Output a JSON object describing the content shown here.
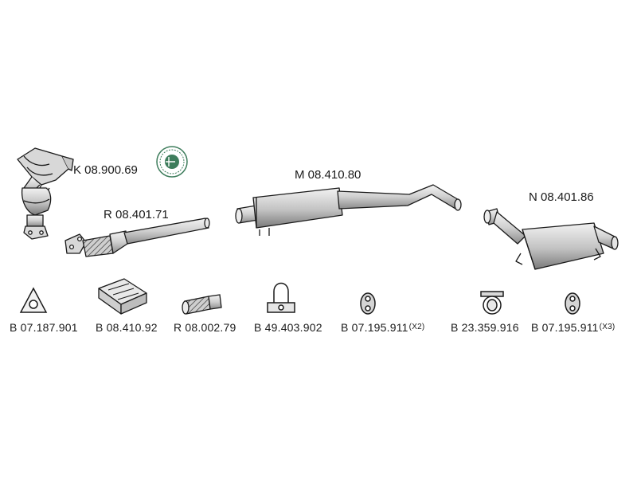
{
  "main_parts": {
    "manifold_catalyst": "K 08.900.69",
    "front_pipe": "R 08.401.71",
    "middle_silencer": "M 08.410.80",
    "rear_silencer": "N 08.401.86"
  },
  "accessories": [
    {
      "code": "B 07.187.901",
      "qty": "",
      "icon": "triangle-gasket-icon"
    },
    {
      "code": "B 08.410.92",
      "qty": "",
      "icon": "mounting-kit-box-icon"
    },
    {
      "code": "R 08.002.79",
      "qty": "",
      "icon": "flex-pipe-icon"
    },
    {
      "code": "B 49.403.902",
      "qty": "",
      "icon": "u-bolt-clamp-icon"
    },
    {
      "code": "B 07.195.911",
      "qty": "(X2)",
      "icon": "rubber-hanger-icon"
    },
    {
      "code": "B 23.359.916",
      "qty": "",
      "icon": "pipe-clamp-icon"
    },
    {
      "code": "B 07.195.911",
      "qty": "(X3)",
      "icon": "rubber-hanger-icon"
    }
  ],
  "colors": {
    "line": "#1a1a1a",
    "fill_light": "#e4e4e4",
    "fill_mid": "#bdbdbd",
    "fill_dark": "#8a8a8a",
    "seal_green": "#3e7d5c"
  }
}
